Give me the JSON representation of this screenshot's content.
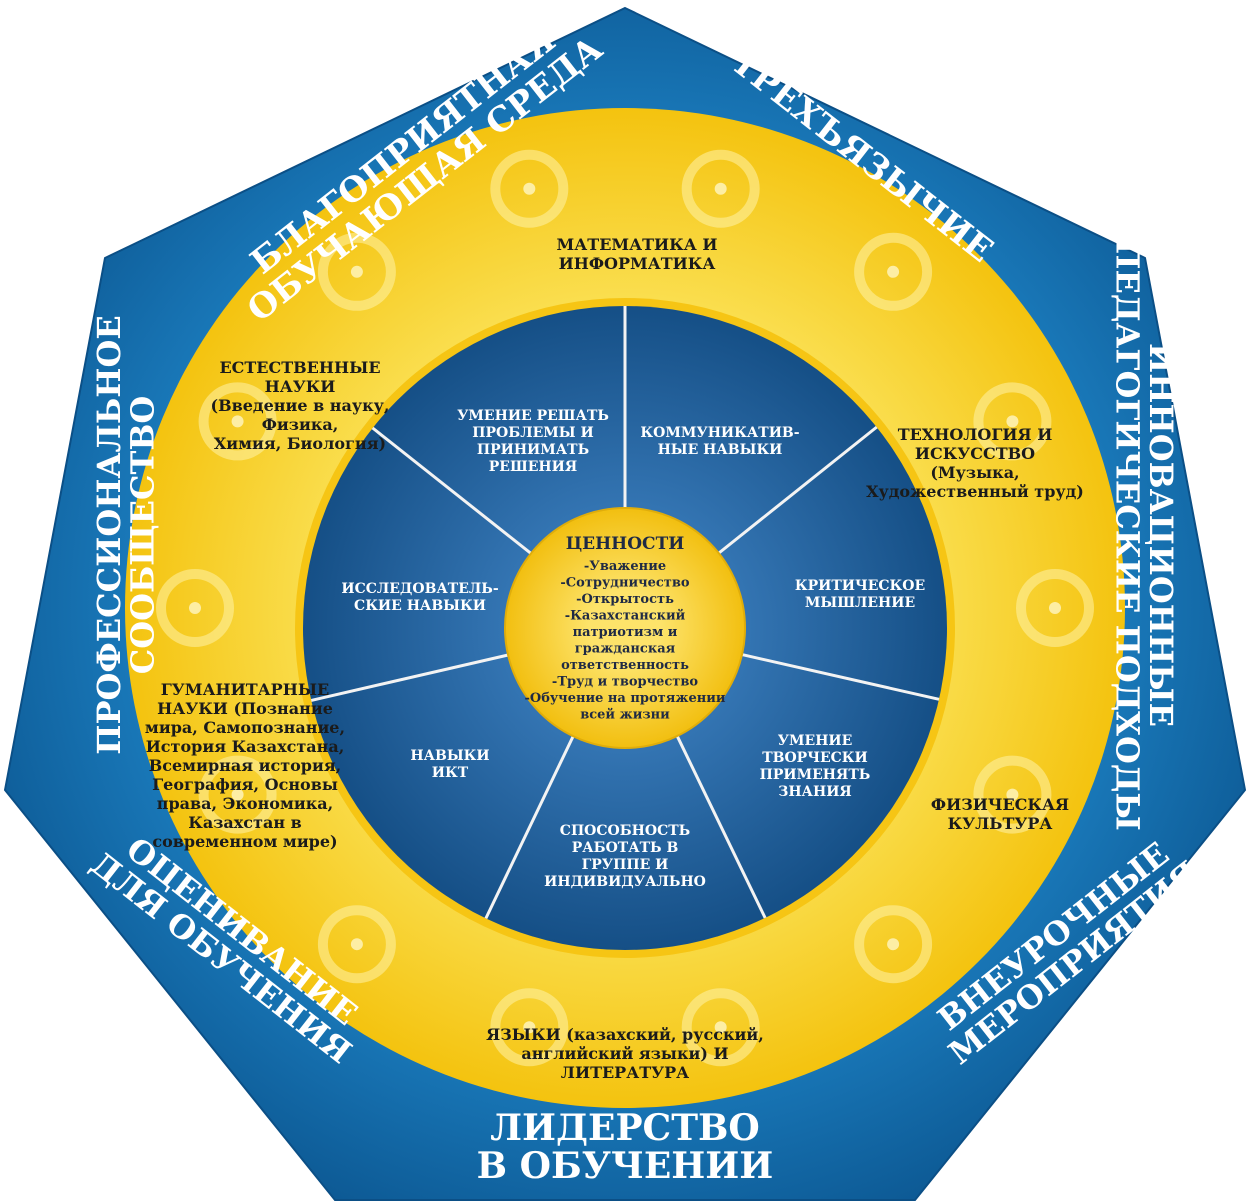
{
  "colors": {
    "outer_blue": "#1e7fc1",
    "outer_blue_dark": "#0f5f9a",
    "yellow": "#f7cf1c",
    "yellow_light": "#fde978",
    "inner_blue": "#2c6ba7",
    "inner_blue_dark": "#134e84",
    "center_yellow": "#f7c81a"
  },
  "outer_sections": [
    {
      "lines": [
        "БЛАГОПРИЯТНАЯ",
        "ОБУЧАЮЩАЯ СРЕДА"
      ]
    },
    {
      "lines": [
        "ТРЕХЪЯЗЫЧИЕ"
      ]
    },
    {
      "lines": [
        "ИННОВАЦИОННЫЕ",
        "ПЕДАГОГИЧЕСКИЕ ПОДХОДЫ"
      ]
    },
    {
      "lines": [
        "ВНЕУРОЧНЫЕ",
        "МЕРОПРИЯТИЯ"
      ]
    },
    {
      "lines": [
        "ЛИДЕРСТВО",
        "В ОБУЧЕНИИ"
      ]
    },
    {
      "lines": [
        "ОЦЕНИВАНИЕ",
        "ДЛЯ ОБУЧЕНИЯ"
      ]
    },
    {
      "lines": [
        "ПРОФЕССИОНАЛЬНОЕ",
        "СООБЩЕСТВО"
      ]
    }
  ],
  "subjects": [
    {
      "lines": [
        "МАТЕМАТИКА И",
        "ИНФОРМАТИКА"
      ]
    },
    {
      "lines": [
        "ТЕХНОЛОГИЯ И",
        "ИСКУССТВО",
        "(Музыка,",
        "Художественный труд)"
      ]
    },
    {
      "lines": [
        "ФИЗИЧЕСКАЯ",
        "КУЛЬТУРА"
      ]
    },
    {
      "lines": [
        "ЯЗЫКИ (казахский, русский,",
        "английский языки) И",
        "ЛИТЕРАТУРА"
      ]
    },
    {
      "lines": [
        "ГУМАНИТАРНЫЕ",
        "НАУКИ (Познание",
        "мира, Самопознание,",
        "История Казахстана,",
        "Всемирная история,",
        "География, Основы",
        "права, Экономика,",
        "Казахстан в",
        "современном мире)"
      ]
    },
    {
      "lines": [
        "ЕСТЕСТВЕННЫЕ",
        "НАУКИ",
        "(Введение в науку,",
        "Физика,",
        "Химия, Биология)"
      ]
    }
  ],
  "skills": [
    {
      "lines": [
        "УМЕНИЕ РЕШАТЬ",
        "ПРОБЛЕМЫ И",
        "ПРИНИМАТЬ",
        "РЕШЕНИЯ"
      ]
    },
    {
      "lines": [
        "КОММУНИКАТИВ-",
        "НЫЕ НАВЫКИ"
      ]
    },
    {
      "lines": [
        "КРИТИЧЕСКОЕ",
        "МЫШЛЕНИЕ"
      ]
    },
    {
      "lines": [
        "УМЕНИЕ",
        "ТВОРЧЕСКИ",
        "ПРИМЕНЯТЬ",
        "ЗНАНИЯ"
      ]
    },
    {
      "lines": [
        "СПОСОБНОСТЬ",
        "РАБОТАТЬ В",
        "ГРУППЕ И",
        "ИНДИВИДУАЛЬНО"
      ]
    },
    {
      "lines": [
        "НАВЫКИ",
        "ИКТ"
      ]
    },
    {
      "lines": [
        "ИССЛЕДОВАТЕЛЬ-",
        "СКИЕ НАВЫКИ"
      ]
    }
  ],
  "center": {
    "title": "ЦЕННОСТИ",
    "lines": [
      "-Уважение",
      "-Сотрудничество",
      "-Открытость",
      "-Казахстанский",
      "патриотизм и",
      "гражданская",
      "ответственность",
      "-Труд и творчество",
      "-Обучение на протяжении",
      "всей жизни"
    ]
  }
}
